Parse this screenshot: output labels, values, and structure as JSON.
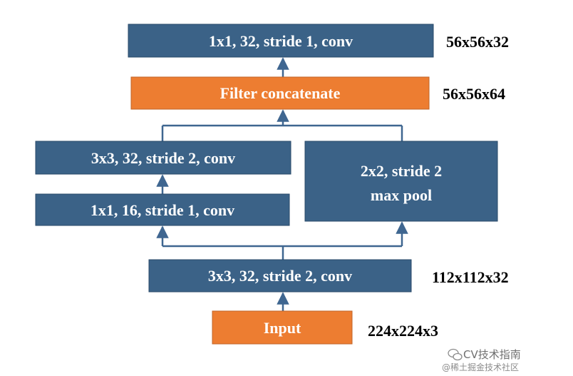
{
  "colors": {
    "conv_fill": "#3B6287",
    "conv_stroke": "#2A4A6A",
    "concat_fill": "#ED7D31",
    "concat_stroke": "#C0652A",
    "input_fill": "#ED7D31",
    "connector": "#3F6690"
  },
  "nodes": {
    "top_conv": "1x1, 32, stride 1, conv",
    "filter_concat": "Filter concatenate",
    "left_conv_3x3": "3x3, 32, stride 2, conv",
    "left_conv_1x1": "1x1, 16, stride 1, conv",
    "maxpool_line1": "2x2, stride 2",
    "maxpool_line2": "max pool",
    "bottom_conv": "3x3, 32, stride 2, conv",
    "input": "Input"
  },
  "dimensions": {
    "top": "56x56x32",
    "concat": "56x56x64",
    "bottom_conv": "112x112x32",
    "input": "224x224x3"
  },
  "watermark": {
    "main": "CV技术指南",
    "sub": "@稀土掘金技术社区",
    "icon": "wechat-icon"
  }
}
